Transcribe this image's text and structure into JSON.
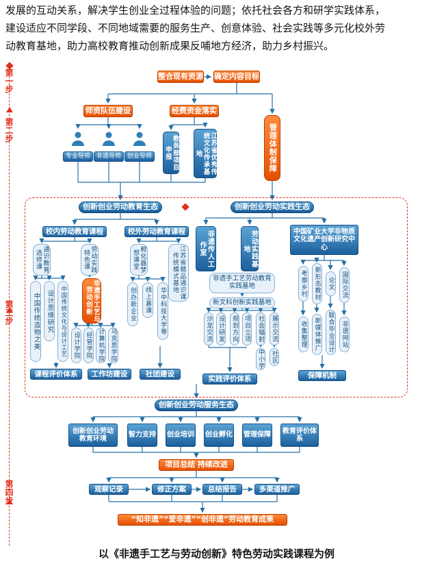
{
  "intro": {
    "line1": "发展的互动关系，解决学生创业全过程体验的问题；依托社会各方和研学实践体系，",
    "line2": "建设适应不同学段、不同地域需要的服务生产、创意体验、社会实践等多元化校外劳",
    "line3": "动教育基地，助力高校教育推动创新成果反哺地方经济，助力乡村振兴。"
  },
  "rail": {
    "step1": "第一步",
    "step2": "第二步",
    "step3": "第三步",
    "step4": "第四步"
  },
  "top": {
    "integrate": "整合现有资源",
    "goal": "确定内容目标",
    "faculty": "师资队伍建设",
    "funding": "经费资金落实",
    "management": "管理体制保障",
    "mentors": [
      "专业导师",
      "非遗导师",
      "创业导师"
    ],
    "funding_items": [
      "教务部项目申报",
      "江苏省优秀传统文化传承基地"
    ]
  },
  "eco_edu": {
    "header": "创新创业劳动教育生态",
    "on_campus": "校内劳动教育课程",
    "off_campus": "校外劳动教育课程",
    "general_course": "通识教育选修课",
    "labor_course": "劳动实践特色课",
    "courses": [
      "中国传统造物之美",
      "设计思维研究",
      "中国传统文化与设计工艺"
    ],
    "featured_course": "非遗手工艺与劳动创新",
    "colleges": [
      "设计学院",
      "经管学院",
      "计算机学院",
      "马克思学院"
    ],
    "incubator": "孵化器梦想课堂",
    "jiangsu_base": "江苏省精品通识课传统模式基地",
    "startup": "创办新企业",
    "mooc": "线上慕课",
    "hust": "华中科技大学等",
    "course_eval": "课程评价体系",
    "workshop": "工作坊建设",
    "club": "社团建设"
  },
  "eco_prac": {
    "header": "创新创业劳动实践生态",
    "studio": "非遗传人工作室",
    "base": "劳动实践基地",
    "center": "中国矿业大学非物质文化遗产创新研究中心",
    "heritage_base": "非遗手工艺劳动教育实践基地",
    "newarts_base": "新文科创新实践基地",
    "activities": [
      "沙龙交流",
      "设计研发",
      "规划方向",
      "项目立项",
      "社会辐射",
      "展示交流",
      "中小学",
      "社区"
    ],
    "prac_eval": "实践评价体系",
    "outputs": [
      "考察乡村",
      "新形态教材",
      "论文",
      "国际交流",
      "收集整理",
      "新媒体推广",
      "联合毕业设计",
      "非遗网站"
    ],
    "guarantee": "保障机制"
  },
  "eco_svc": {
    "header": "创新创业劳动服务生态",
    "items": [
      "创新创业劳动教育环境",
      "智力支持",
      "创业培训",
      "创业孵化",
      "管理保障",
      "教育评价体系"
    ],
    "summary": "项目总结 持续改进",
    "loop": [
      "观察记录",
      "修正方案",
      "总结报告",
      "多渠道推广"
    ],
    "result": "“知非遗”“爱非遗”“创非遗”劳动教育成果"
  },
  "caption": "以《非遗手工艺与劳动创新》特色劳动实践课程为例",
  "colors": {
    "orange": "#e55000",
    "blue": "#1b5f9d",
    "light_blue": "#e8f1fa",
    "red": "#e0301e"
  }
}
